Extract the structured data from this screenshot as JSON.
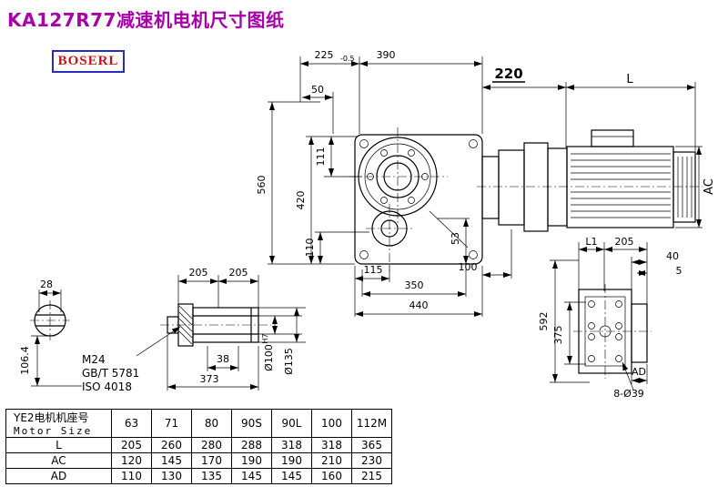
{
  "title": "KA127R77减速机电机尺寸图纸",
  "logo": "BOSERL",
  "dims": {
    "d225": "225",
    "d225_tol": "-0.5",
    "d390": "390",
    "d220": "220",
    "dL": "L",
    "d50": "50",
    "d111": "111",
    "d560": "560",
    "d420": "420",
    "d110": "110",
    "d115": "115",
    "d53": "53",
    "d100": "100",
    "d350": "350",
    "d440": "440",
    "dAC": "AC",
    "d28": "28",
    "d106_4": "106.4",
    "d205_left": "205",
    "d205_right": "205",
    "m24": "M24",
    "gbt5781": "GB/T 5781",
    "iso4018": "ISO 4018",
    "d38": "38",
    "d373": "373",
    "d100H7": "Ø100",
    "d100H7_sup": "H7",
    "d135": "Ø135",
    "dL1": "L1",
    "d205_flange": "205",
    "d40": "40",
    "d5": "5",
    "d592": "592",
    "d375": "375",
    "d8_39": "8-Ø39",
    "dAD": "AD"
  },
  "table": {
    "row_header": {
      "line1": "YE2电机机座号",
      "line2": "Motor Size"
    },
    "columns": [
      "63",
      "71",
      "80",
      "90S",
      "90L",
      "100",
      "112M"
    ],
    "rows": [
      {
        "label": "L",
        "values": [
          "205",
          "260",
          "280",
          "288",
          "318",
          "318",
          "365"
        ]
      },
      {
        "label": "AC",
        "values": [
          "120",
          "145",
          "170",
          "190",
          "190",
          "210",
          "230"
        ]
      },
      {
        "label": "AD",
        "values": [
          "110",
          "130",
          "135",
          "145",
          "145",
          "160",
          "215"
        ]
      }
    ]
  }
}
